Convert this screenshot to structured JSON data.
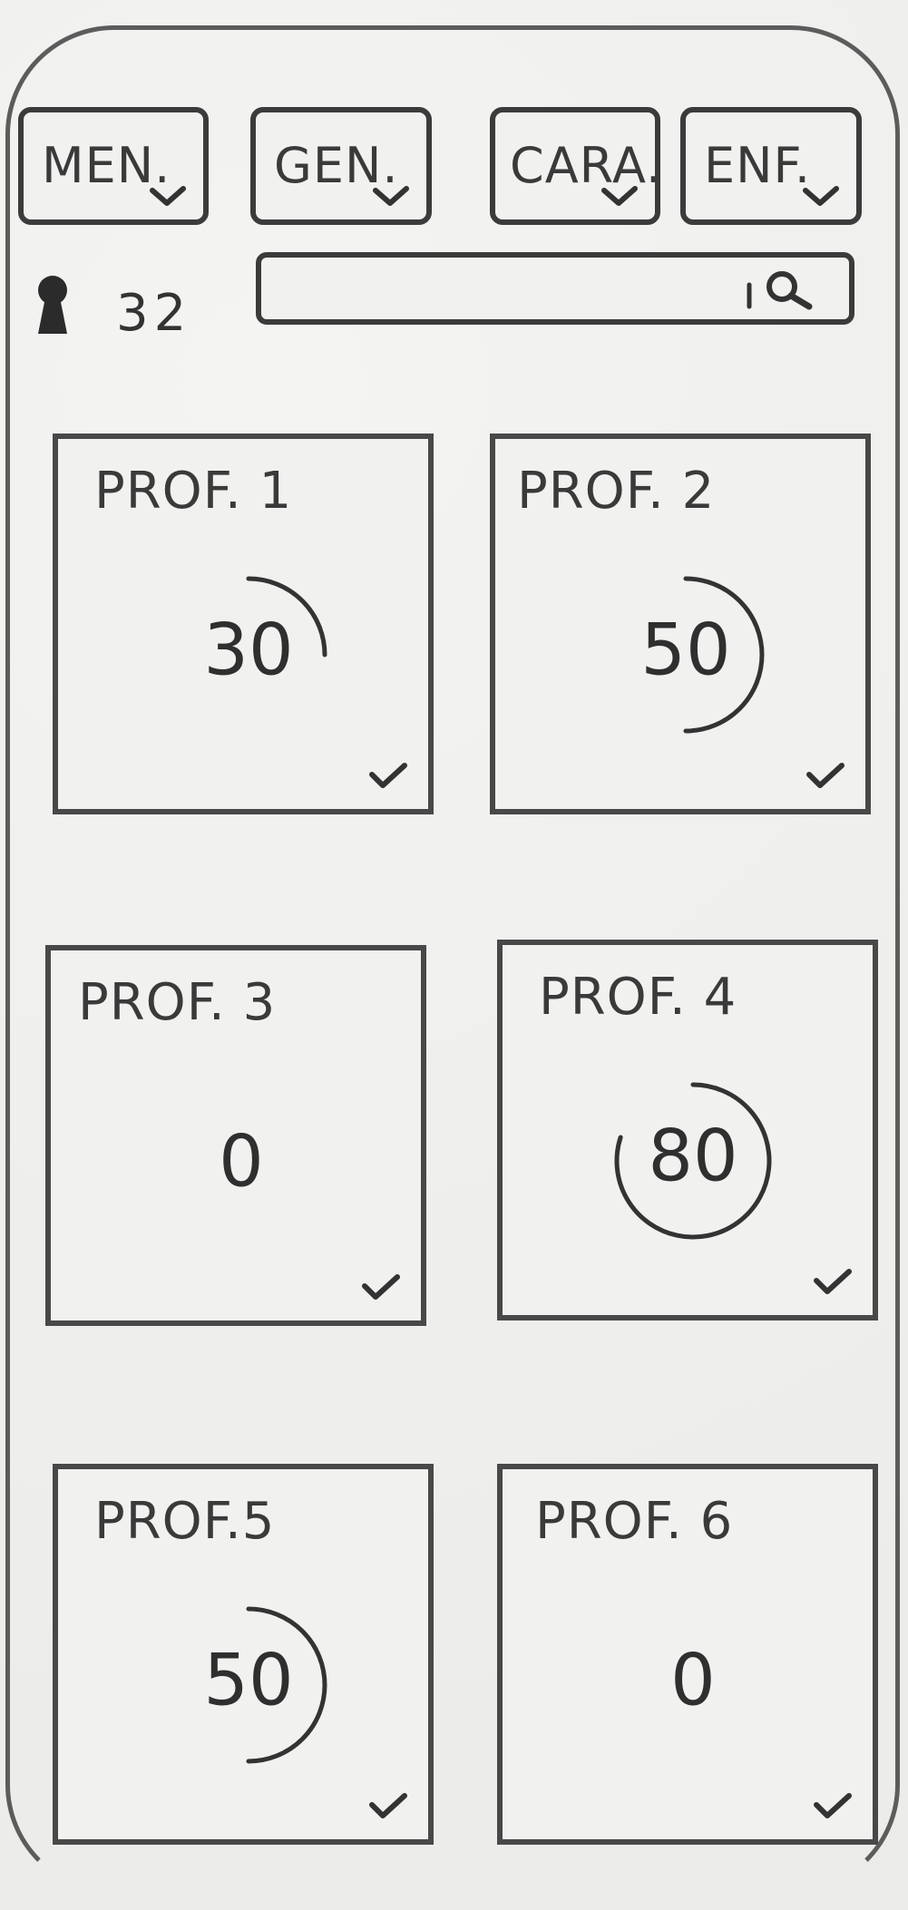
{
  "filters": [
    {
      "label": "MEN."
    },
    {
      "label": "GEN."
    },
    {
      "label": "CARA."
    },
    {
      "label": "ENF."
    }
  ],
  "status": {
    "count": "32",
    "icon": "keyhole-icon"
  },
  "search": {
    "value": "",
    "placeholder": ""
  },
  "profiles": [
    {
      "title": "PROF. 1",
      "score": "30",
      "progress": 0.25
    },
    {
      "title": "PROF. 2",
      "score": "50",
      "progress": 0.5
    },
    {
      "title": "PROF. 3",
      "score": "0",
      "progress": 0
    },
    {
      "title": "PROF. 4",
      "score": "80",
      "progress": 0.8
    },
    {
      "title": "PROF.5",
      "score": "50",
      "progress": 0.5
    },
    {
      "title": "PROF. 6",
      "score": "0",
      "progress": 0
    }
  ]
}
